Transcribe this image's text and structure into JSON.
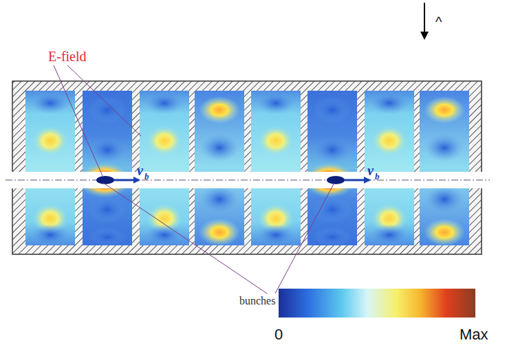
{
  "diagram": {
    "labels": [
      "E-field",
      "v",
      "b",
      "v",
      "b",
      "bunches",
      "0",
      "Max",
      "^"
    ]
  }
}
